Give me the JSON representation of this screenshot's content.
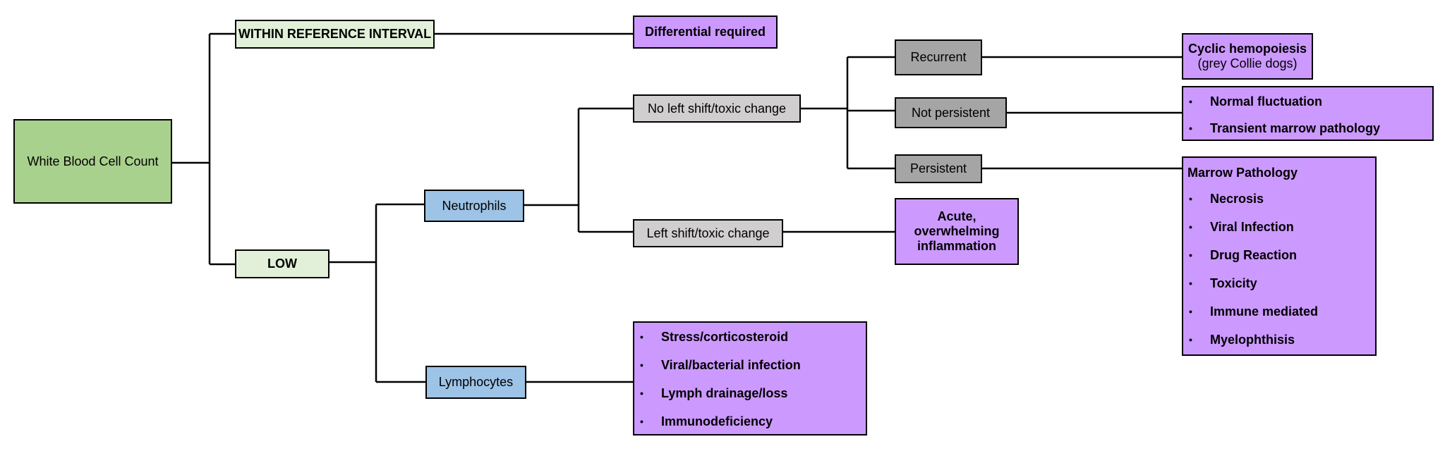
{
  "colors": {
    "root": "#a9d18e",
    "level1": "#e2f0d9",
    "cell_type": "#9dc3e6",
    "finding": "#d0cece",
    "duration": "#a5a5a5",
    "outcome": "#cc99ff"
  },
  "nodes": {
    "root": "White Blood Cell Count",
    "within": "WITHIN REFERENCE INTERVAL",
    "low": "LOW",
    "differential": "Differential required",
    "neutrophils": "Neutrophils",
    "lymphocytes": "Lymphocytes",
    "no_left_shift": "No left shift/toxic change",
    "left_shift": "Left shift/toxic change",
    "recurrent": "Recurrent",
    "not_persistent": "Not persistent",
    "persistent": "Persistent",
    "cyclic_line1": "Cyclic hemopoiesis",
    "cyclic_line2": "(grey Collie dogs)",
    "acute_line1": "Acute,",
    "acute_line2": "overwhelming",
    "acute_line3": "inflammation",
    "marrow_title": "Marrow Pathology"
  },
  "bullet_glyph": "•",
  "lists": {
    "not_persistent_outcomes": [
      "Normal fluctuation",
      "Transient marrow pathology"
    ],
    "marrow_pathology": [
      "Necrosis",
      "Viral Infection",
      "Drug Reaction",
      "Toxicity",
      "Immune mediated",
      "Myelophthisis"
    ],
    "lymphocyte_causes": [
      "Stress/corticosteroid",
      "Viral/bacterial infection",
      "Lymph drainage/loss",
      "Immunodeficiency"
    ]
  }
}
